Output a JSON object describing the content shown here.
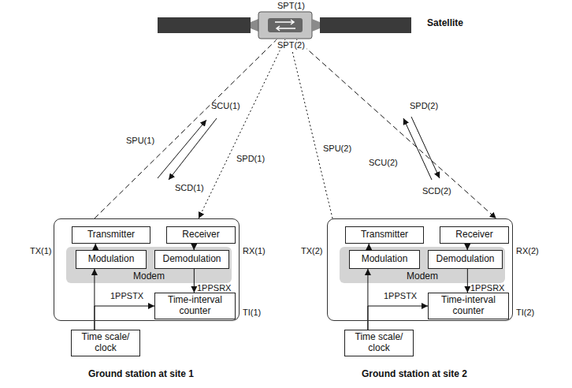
{
  "diagram": {
    "nodes": [
      {
        "text": [
          "Satellite"
        ]
      },
      {
        "text": [
          "Ground station at site 1"
        ]
      },
      {
        "text": [
          "Transmitter"
        ],
        "in": 1
      },
      {
        "text": [
          "Receiver"
        ],
        "in": 1
      },
      {
        "text": [
          "Modem"
        ],
        "in": 1
      },
      {
        "text": [
          "Modulation"
        ],
        "in": 4
      },
      {
        "text": [
          "Demodulation"
        ],
        "in": 4
      },
      {
        "text": [
          "Time-interval counter"
        ],
        "in": 1
      },
      {
        "text": [
          "Time scale/ clock"
        ]
      },
      {
        "text": [
          "Ground station at site 2"
        ]
      },
      {
        "text": [
          "Transmitter"
        ],
        "in": 9
      },
      {
        "text": [
          "Receiver"
        ],
        "in": 9
      },
      {
        "text": [
          "Modem"
        ],
        "in": 9
      },
      {
        "text": [
          "Modulation"
        ],
        "in": 12
      },
      {
        "text": [
          "Demodulation"
        ],
        "in": 12
      },
      {
        "text": [
          "Time-interval counter"
        ],
        "in": 9
      },
      {
        "text": [
          "Time scale/ clock"
        ]
      }
    ],
    "edges": [
      {
        "from": 5,
        "to": 2,
        "arrow": "to"
      },
      {
        "from": 3,
        "to": 6,
        "arrow": "to"
      },
      {
        "from": 6,
        "to": 7,
        "label": "1PPSRX",
        "arrow": "to"
      },
      {
        "from": 8,
        "to": 5,
        "arrow": "to"
      },
      {
        "from": 8,
        "to": 7,
        "label": "1PPSTX",
        "arrow": "to"
      },
      {
        "from": 13,
        "to": 10,
        "arrow": "to"
      },
      {
        "from": 11,
        "to": 14,
        "arrow": "to"
      },
      {
        "from": 14,
        "to": 15,
        "label": "1PPSRX",
        "arrow": "to"
      },
      {
        "from": 16,
        "to": 13,
        "arrow": "to"
      },
      {
        "from": 16,
        "to": 15,
        "label": "1PPSTX",
        "arrow": "to"
      },
      {
        "from": 1,
        "to": 0,
        "label": "SPU(1)",
        "arrow": "none"
      },
      {
        "from": 0,
        "to": 1,
        "label": "SPD(1)",
        "arrow": "to"
      },
      {
        "from": 9,
        "to": 0,
        "label": "SPU(2)",
        "arrow": "none"
      },
      {
        "from": 0,
        "to": 9,
        "label": "SPD(2)",
        "arrow": "to"
      }
    ],
    "labels": [
      "SPT(1)",
      "SPT(2)",
      "SCU(1)",
      "SCD(1)",
      "SCU(2)",
      "SCD(2)",
      "TX(1)",
      "RX(1)",
      "TI(1)",
      "TX(2)",
      "RX(2)",
      "TI(2)"
    ]
  }
}
